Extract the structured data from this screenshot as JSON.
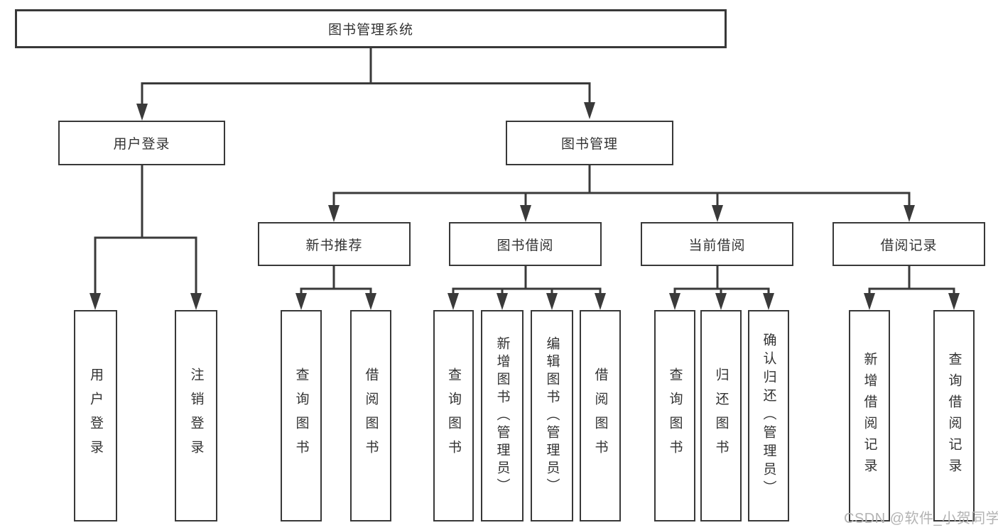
{
  "diagram": {
    "title": "图书管理系统",
    "root": {
      "label": "图书管理系统"
    },
    "level2": [
      {
        "label": "用户登录"
      },
      {
        "label": "图书管理"
      }
    ],
    "level3": [
      {
        "label": "新书推荐"
      },
      {
        "label": "图书借阅"
      },
      {
        "label": "当前借阅"
      },
      {
        "label": "借阅记录"
      }
    ],
    "leaves": [
      {
        "label": "用户登录",
        "parent": "用户登录"
      },
      {
        "label": "注销登录",
        "parent": "用户登录"
      },
      {
        "label": "查询图书",
        "parent": "新书推荐"
      },
      {
        "label": "借阅图书",
        "parent": "新书推荐"
      },
      {
        "label": "查询图书",
        "parent": "图书借阅"
      },
      {
        "label": "新增图书（管理员）",
        "parent": "图书借阅"
      },
      {
        "label": "编辑图书（管理员）",
        "parent": "图书借阅"
      },
      {
        "label": "借阅图书",
        "parent": "图书借阅"
      },
      {
        "label": "查询图书",
        "parent": "当前借阅"
      },
      {
        "label": "归还图书",
        "parent": "当前借阅"
      },
      {
        "label": "确认归还（管理员）",
        "parent": "当前借阅"
      },
      {
        "label": "新增借阅记录",
        "parent": "借阅记录"
      },
      {
        "label": "查询借阅记录",
        "parent": "借阅记录"
      }
    ]
  },
  "watermark": {
    "text": "CSDN @软件_小贺同学"
  },
  "colors": {
    "line": "#3a3a3a",
    "border": "#383838",
    "text": "#333333",
    "watermark": "#b3b3b3",
    "background": "#ffffff"
  }
}
